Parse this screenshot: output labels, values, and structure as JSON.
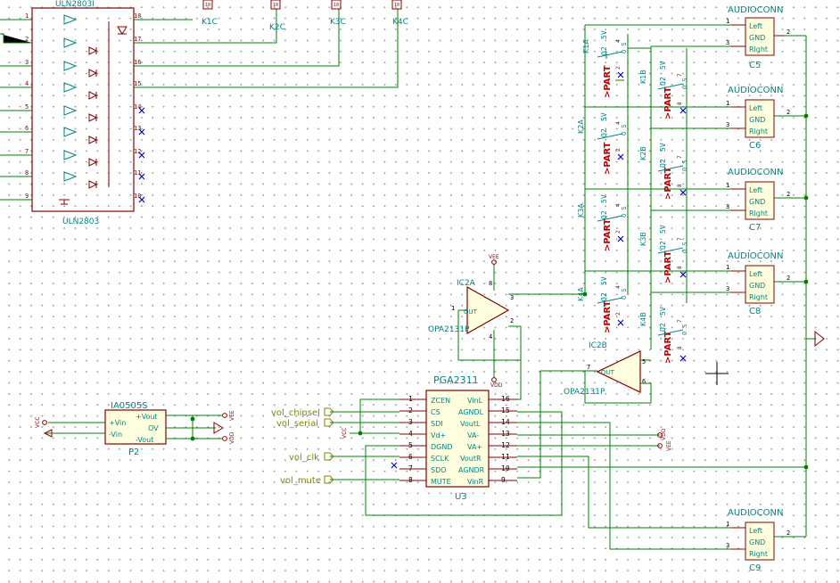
{
  "colors": {
    "wire": "#008200",
    "body": "#840000",
    "text": "#008484",
    "ref": "#840000",
    "part": "#c00000",
    "noconn": "#0000c4",
    "label": "#848400",
    "pin": "#840000"
  },
  "uln": {
    "ref": "ULN2803I",
    "value": "ULN2803",
    "left_pins": [
      "1",
      "2",
      "3",
      "4",
      "5",
      "6",
      "7",
      "8",
      "9"
    ],
    "right_pins": [
      "18",
      "17",
      "16",
      "15",
      "14",
      "13",
      "12",
      "11",
      "10"
    ]
  },
  "relays_top": {
    "k1": "K1C",
    "k2": "K2C",
    "k3": "K3C",
    "k4": "K4C",
    "pin": "10"
  },
  "relays_side": {
    "k1a": "K1A",
    "k2a": "K2A",
    "k3a": "K3A",
    "k4a": "K4A",
    "k1b": "K1B",
    "k2b": "K2B",
    "k3b": "K3B",
    "k4b": "K4B",
    "part": ">PART",
    "v5": "5V",
    "q2": "Q2",
    "os": "O S",
    "p2": "2",
    "p3": "3",
    "p4": "4",
    "p6": "6",
    "p7": "7",
    "p8": "8"
  },
  "audio": {
    "value": "AUDIOCONN",
    "left": "Left",
    "gnd": "GND",
    "right": "Right",
    "p1": "1",
    "p2": "2",
    "p3": "3",
    "c5": "C5",
    "c6": "C6",
    "c7": "C7",
    "c8": "C8",
    "c9": "C9"
  },
  "ic2a": {
    "ref": "IC2A",
    "value": "OPA2131P",
    "out": "OUT",
    "vee": "VEE",
    "vdd": "VDD",
    "p1": "1",
    "p2": "2",
    "p3": "3",
    "p4": "4",
    "p8": "8"
  },
  "ic2b": {
    "ref": "IC2B",
    "value": "OPA2131P",
    "out": "OUT",
    "p5": "5",
    "p6": "6",
    "p7": "7"
  },
  "pga": {
    "ref": "U3",
    "value": "PGA2311",
    "left_pins": [
      {
        "n": "1",
        "name": "ZCEN"
      },
      {
        "n": "2",
        "name": "CS"
      },
      {
        "n": "3",
        "name": "SDI"
      },
      {
        "n": "4",
        "name": "Vd+"
      },
      {
        "n": "5",
        "name": "DGND"
      },
      {
        "n": "6",
        "name": "SCLK"
      },
      {
        "n": "7",
        "name": "SDO"
      },
      {
        "n": "8",
        "name": "MUTE"
      }
    ],
    "right_pins": [
      {
        "n": "16",
        "name": "VinL"
      },
      {
        "n": "15",
        "name": "AGNDL"
      },
      {
        "n": "14",
        "name": "VoutL"
      },
      {
        "n": "13",
        "name": "VA-"
      },
      {
        "n": "12",
        "name": "VA+"
      },
      {
        "n": "11",
        "name": "VoutR"
      },
      {
        "n": "10",
        "name": "AGNDR"
      },
      {
        "n": "9",
        "name": "VinR"
      }
    ]
  },
  "net_labels": {
    "chipsel": "vol_chipsel",
    "serial": "vol_serial",
    "clk": "vol_clk",
    "mute": "vol_mute"
  },
  "power": {
    "vcc": "VCC",
    "vdd": "VDD",
    "vee": "VEE"
  },
  "iao": {
    "ref": "P2",
    "value": "IA0505S",
    "vin_p": "+Vin",
    "vin_m": "-Vin",
    "vout_p": "+Vout",
    "ov": "OV",
    "vout_m": "-Vout"
  }
}
